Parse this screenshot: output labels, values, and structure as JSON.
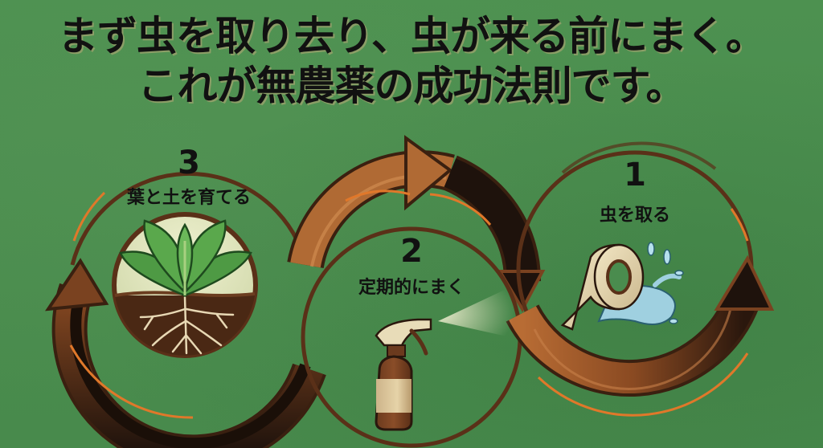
{
  "headline": {
    "line1": "まず虫を取り去り、虫が来る前にまく。",
    "line2": "これが無農薬の成功法則です。"
  },
  "steps": [
    {
      "number": "1",
      "label": "虫を取る",
      "illustration": "tape-roll-with-water-splash-icon"
    },
    {
      "number": "2",
      "label": "定期的にまく",
      "illustration": "spray-bottle-icon"
    },
    {
      "number": "3",
      "label": "葉と土を育てる",
      "illustration": "plant-with-roots-in-soil-icon"
    }
  ],
  "colors": {
    "background": "#4a8c4e",
    "arrow_light": "#a9622f",
    "arrow_dark": "#1e120c",
    "ring": "#5a3018",
    "accent_orange": "#e0782a",
    "text": "#111111"
  }
}
